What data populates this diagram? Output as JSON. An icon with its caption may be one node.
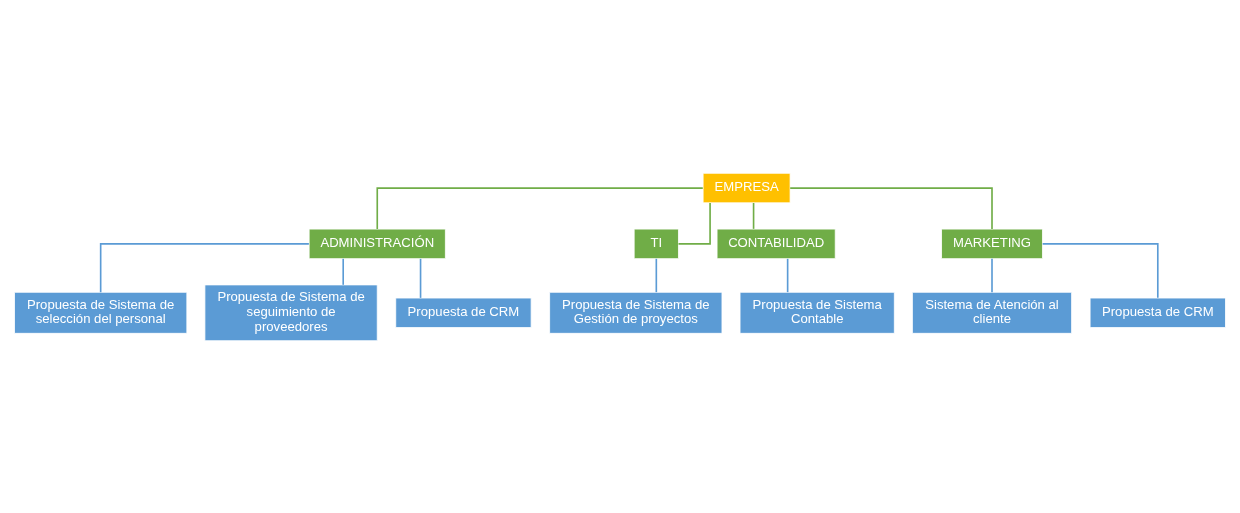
{
  "diagram": {
    "nodes": [
      {
        "text": [
          "EMPRESA"
        ]
      },
      {
        "text": [
          "ADMINISTRACIÓN"
        ]
      },
      {
        "text": [
          "TI"
        ]
      },
      {
        "text": [
          "CONTABILIDAD"
        ]
      },
      {
        "text": [
          "MARKETING"
        ]
      },
      {
        "text": [
          "Propuesta de Sistema de selección del personal"
        ]
      },
      {
        "text": [
          "Propuesta de Sistema de seguimiento de proveedores"
        ]
      },
      {
        "text": [
          "Propuesta de CRM"
        ]
      },
      {
        "text": [
          "Propuesta de Sistema de Gestión de proyectos"
        ]
      },
      {
        "text": [
          "Propuesta de Sistema Contable"
        ]
      },
      {
        "text": [
          "Sistema de Atención al cliente"
        ]
      },
      {
        "text": [
          "Propuesta de CRM"
        ]
      }
    ],
    "edges": [
      {
        "from": 0,
        "to": 1,
        "arrow": "none",
        "color": "#70ad47"
      },
      {
        "from": 0,
        "to": 2,
        "arrow": "none",
        "color": "#70ad47"
      },
      {
        "from": 0,
        "to": 3,
        "arrow": "none",
        "color": "#70ad47"
      },
      {
        "from": 0,
        "to": 4,
        "arrow": "none",
        "color": "#70ad47"
      },
      {
        "from": 1,
        "to": 5,
        "arrow": "none"
      },
      {
        "from": 1,
        "to": 6,
        "arrow": "none"
      },
      {
        "from": 1,
        "to": 7,
        "arrow": "none"
      },
      {
        "from": 2,
        "to": 8,
        "arrow": "none"
      },
      {
        "from": 3,
        "to": 9,
        "arrow": "none"
      },
      {
        "from": 4,
        "to": 10,
        "arrow": "none"
      },
      {
        "from": 4,
        "to": 11,
        "arrow": "none"
      }
    ]
  }
}
